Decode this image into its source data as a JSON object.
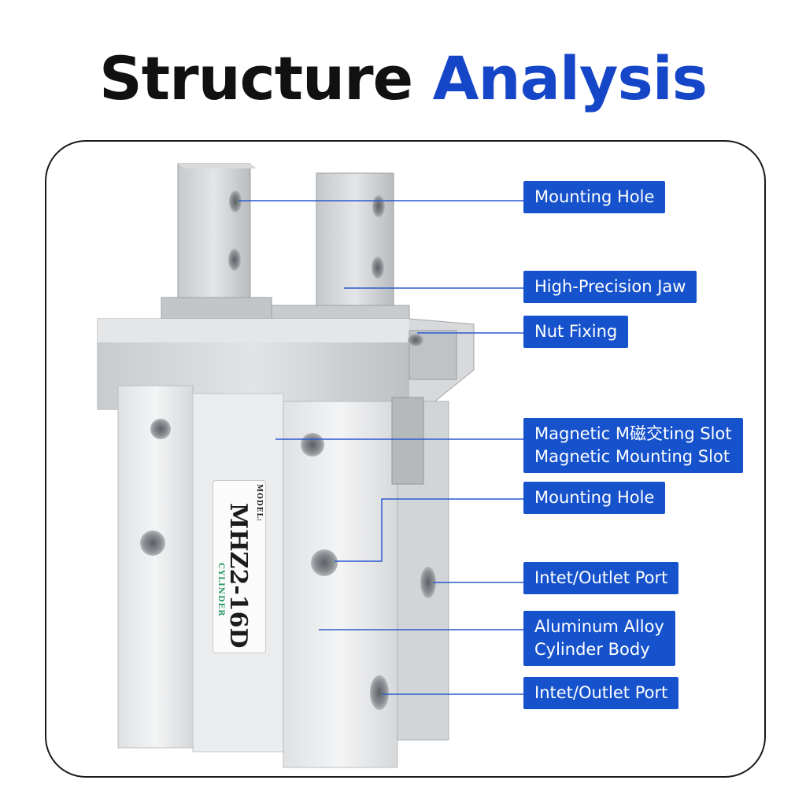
{
  "title": {
    "word1": "Structure",
    "word2": "Analysis"
  },
  "colors": {
    "accent": "#1646c8",
    "callout_bg": "#1652cc",
    "callout_text": "#ffffff",
    "title_dark": "#111111"
  },
  "product_label": {
    "small_text": "MODEL:",
    "model": "MHZ2-16D",
    "brand": "CYLINDER"
  },
  "callouts": [
    {
      "lines": [
        "Mounting Hole"
      ]
    },
    {
      "lines": [
        "High-Precision Jaw"
      ]
    },
    {
      "lines": [
        "Nut Fixing"
      ]
    },
    {
      "lines": [
        "Magnetic M磁交ting Slot",
        "Magnetic Mounting Slot"
      ]
    },
    {
      "lines": [
        "Mounting Hole"
      ]
    },
    {
      "lines": [
        "Intet/Outlet Port"
      ]
    },
    {
      "lines": [
        "Aluminum Alloy",
        "Cylinder Body"
      ]
    },
    {
      "lines": [
        "Intet/Outlet Port"
      ]
    }
  ]
}
